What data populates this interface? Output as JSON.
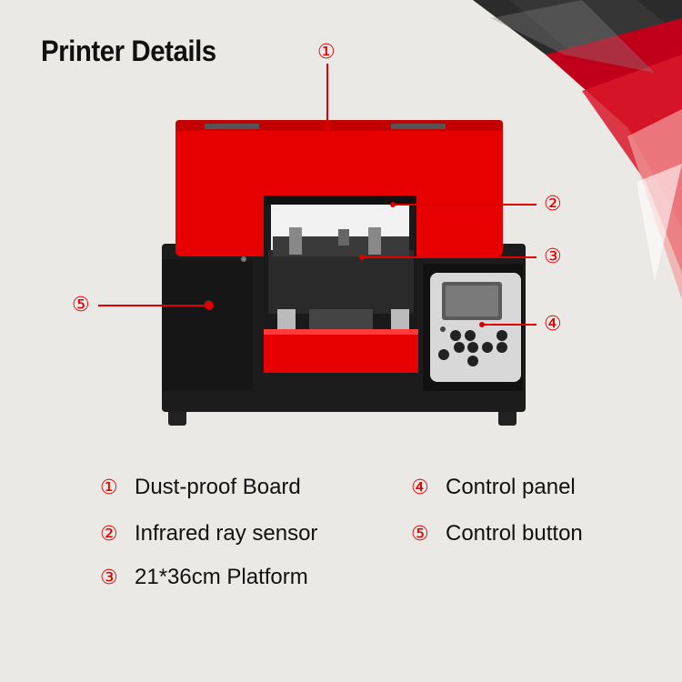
{
  "title": "Printer Details",
  "callouts": [
    "①",
    "②",
    "③",
    "④",
    "⑤"
  ],
  "legend": [
    {
      "num": "①",
      "label": "Dust-proof Board"
    },
    {
      "num": "②",
      "label": "Infrared ray sensor"
    },
    {
      "num": "③",
      "label": "21*36cm Platform"
    },
    {
      "num": "④",
      "label": "Control panel"
    },
    {
      "num": "⑤",
      "label": "Control button"
    }
  ],
  "colors": {
    "accent": "#e00000",
    "printer_red": "#e60000",
    "printer_black": "#1a1a1a",
    "background": "#ebe9e6"
  }
}
